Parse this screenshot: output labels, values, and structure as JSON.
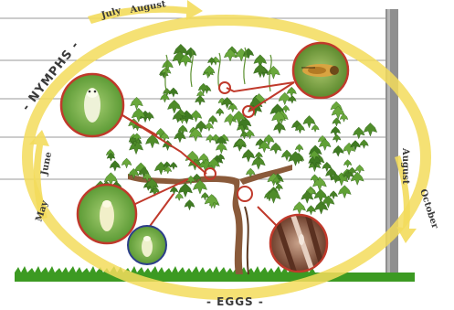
{
  "season_labels": {
    "july_top": "July",
    "august_top": "August",
    "june": "June",
    "may": "May",
    "august_right": "August",
    "october": "October"
  },
  "stage_labels": {
    "nymphs": "- NYMPHS -",
    "eggs": "- EGGS -"
  },
  "colors": {
    "cycle_yellow": "#f3dc5c",
    "trellis_wire": "#9a9a9a",
    "post": "#8f8f8f",
    "leaf": "#4f8c2a",
    "trunk": "#8a5a3a",
    "pointer_red": "#c0392b",
    "grass": "#3c9a22"
  },
  "icons": [
    "adult-insect-icon",
    "nymph-icon",
    "egg-bark-icon"
  ]
}
